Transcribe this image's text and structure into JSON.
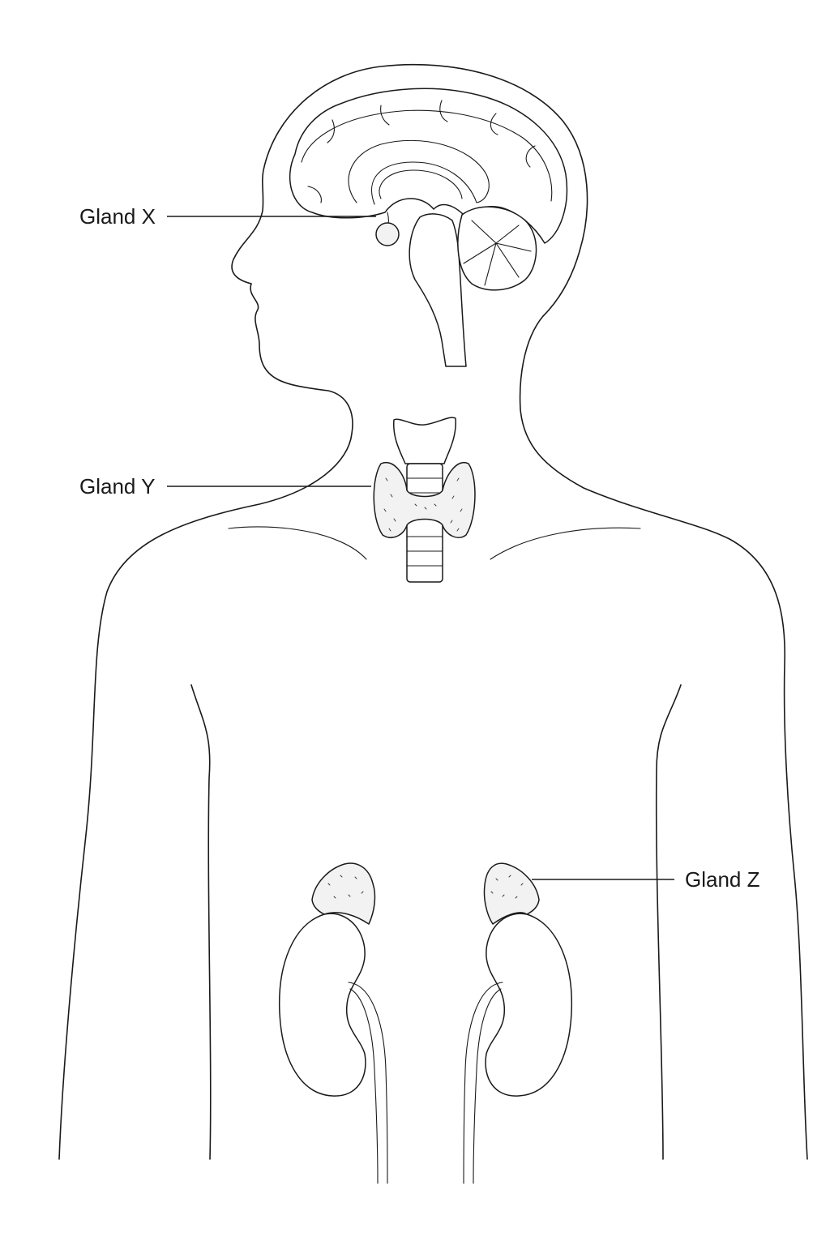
{
  "labels": {
    "gland_x": "Gland X",
    "gland_y": "Gland Y",
    "gland_z": "Gland Z"
  },
  "colors": {
    "line": "#1a1a1a",
    "gland_fill": "#f2f2f2",
    "background": "#ffffff"
  }
}
